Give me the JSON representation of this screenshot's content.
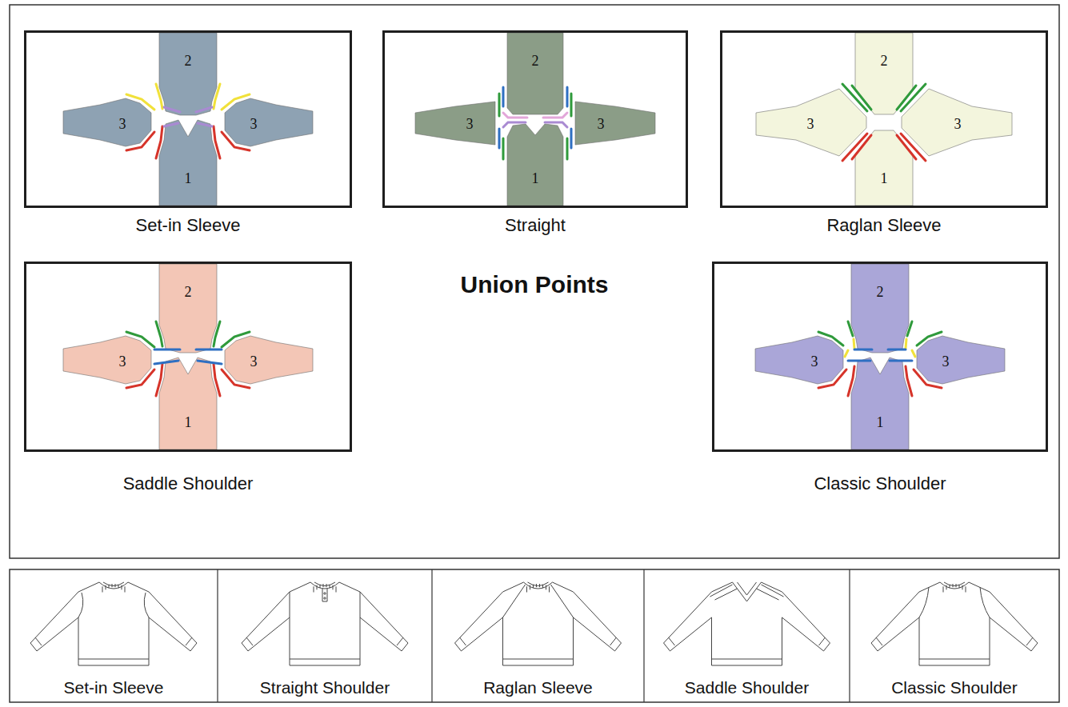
{
  "diagram": {
    "title": "Union Points",
    "nodes": [
      {
        "text": [
          "Set-in Sleeve"
        ]
      },
      {
        "text": [
          "Straight"
        ]
      },
      {
        "text": [
          "Raglan Sleeve"
        ]
      },
      {
        "text": [
          "Saddle Shoulder"
        ]
      },
      {
        "text": [
          "Classic Shoulder"
        ]
      },
      {
        "text": [
          "Set-in Sleeve"
        ]
      },
      {
        "text": [
          "Straight Shoulder"
        ]
      },
      {
        "text": [
          "Raglan Sleeve"
        ]
      },
      {
        "text": [
          "Saddle Shoulder"
        ]
      },
      {
        "text": [
          "Classic Shoulder"
        ]
      }
    ],
    "labels": [
      "2",
      "3",
      "3",
      "1",
      "2",
      "3",
      "3",
      "1",
      "2",
      "3",
      "3",
      "1",
      "2",
      "3",
      "3",
      "1",
      "2",
      "3",
      "3",
      "1"
    ]
  }
}
